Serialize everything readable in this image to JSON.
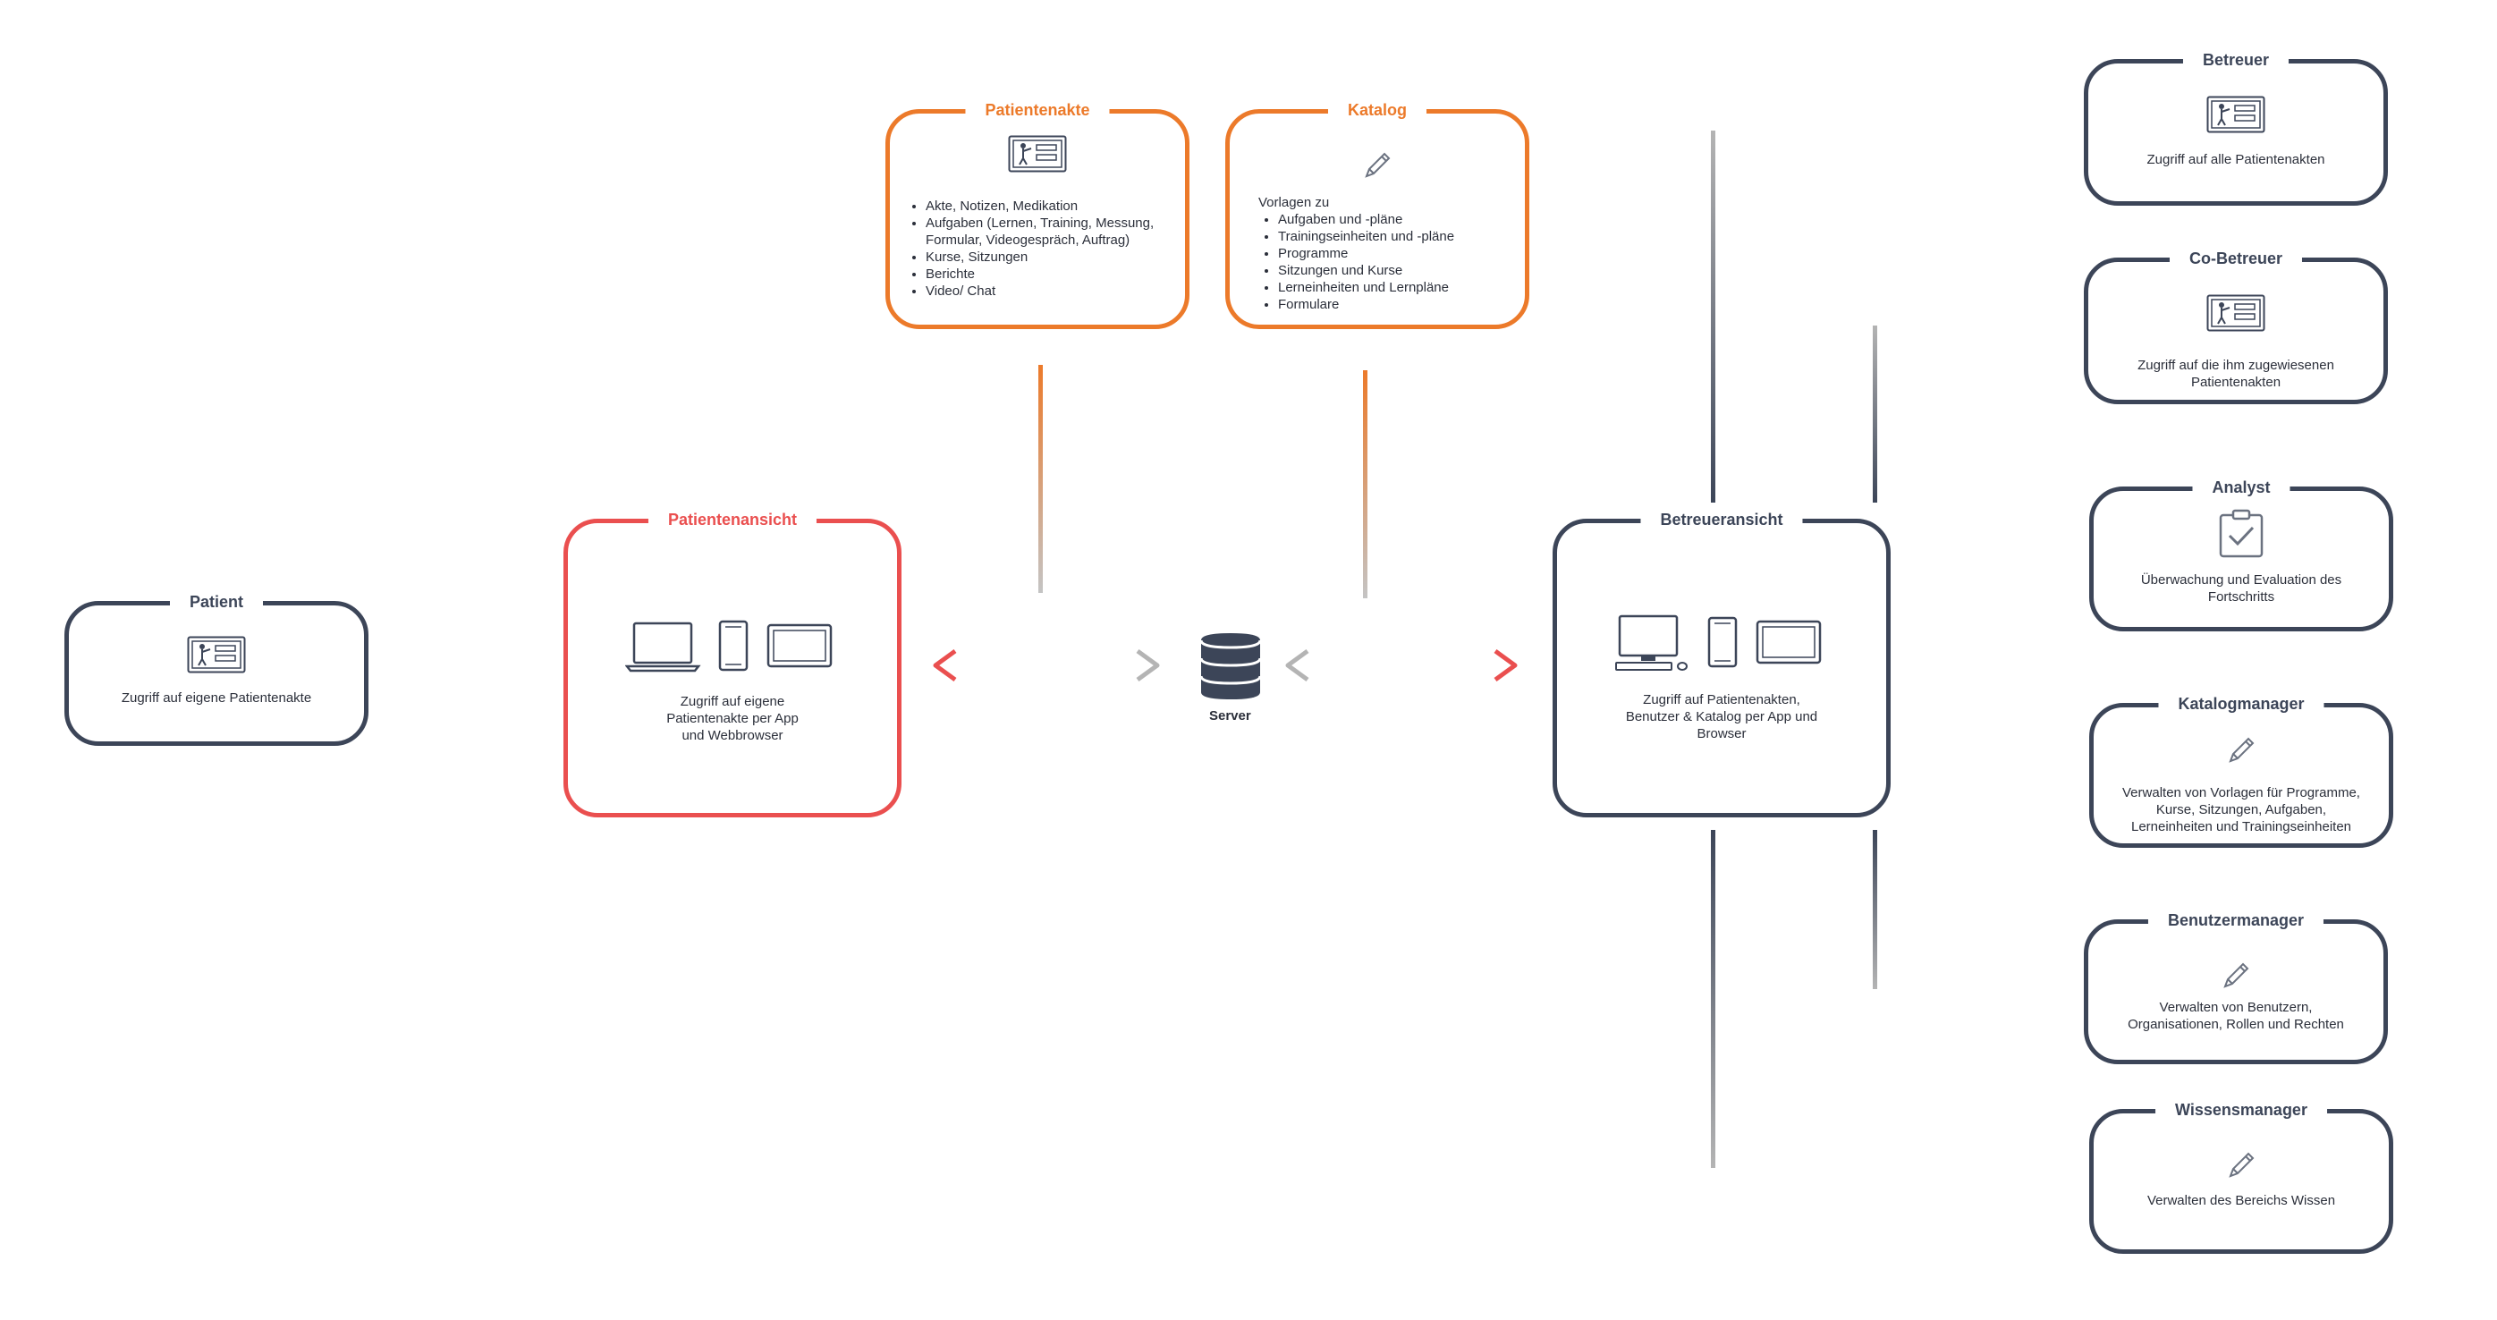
{
  "patient": {
    "title": "Patient",
    "text": "Zugriff auf eigene Patientenakte"
  },
  "patientenansicht": {
    "title": "Patientenansicht",
    "text": "Zugriff auf eigene\nPatientenakte per App\nund Webbrowser"
  },
  "patientenakte": {
    "title": "Patientenakte",
    "items": [
      "Akte, Notizen, Medikation",
      "Aufgaben (Lernen, Training, Messung, Formular, Videogespräch, Auftrag)",
      "Kurse, Sitzungen",
      "Berichte",
      "Video/ Chat"
    ]
  },
  "katalog": {
    "title": "Katalog",
    "intro": "Vorlagen zu",
    "items": [
      "Aufgaben  und -pläne",
      "Trainingseinheiten und -pläne",
      "Programme",
      "Sitzungen und Kurse",
      "Lerneinheiten und Lernpläne",
      "Formulare"
    ]
  },
  "server": {
    "label": "Server"
  },
  "betreueransicht": {
    "title": "Betreueransicht",
    "text": "Zugriff auf Patientenakten,\nBenutzer & Katalog per App und\nBrowser"
  },
  "roles": [
    {
      "title": "Betreuer",
      "icon": "patient-record-icon",
      "text": "Zugriff auf alle Patientenakten"
    },
    {
      "title": "Co-Betreuer",
      "icon": "patient-record-icon",
      "text": "Zugriff auf die ihm zugewiesenen\nPatientenakten"
    },
    {
      "title": "Analyst",
      "icon": "clipboard-check-icon",
      "text": "Überwachung und Evaluation des\nFortschritts"
    },
    {
      "title": "Katalogmanager",
      "icon": "pencil-icon",
      "text": "Verwalten von Vorlagen für Programme,\nKurse, Sitzungen, Aufgaben,\nLerneinheiten und Trainingseinheiten"
    },
    {
      "title": "Benutzermanager",
      "icon": "pencil-icon",
      "text": "Verwalten von Benutzern,\nOrganisationen, Rollen und Rechten"
    },
    {
      "title": "Wissensmanager",
      "icon": "pencil-icon",
      "text": "Verwalten des Bereichs Wissen"
    }
  ],
  "colors": {
    "dark": "#3c4558",
    "orange": "#ec7a2a",
    "red": "#ea4f4f",
    "gray": "#b4b4b4"
  }
}
